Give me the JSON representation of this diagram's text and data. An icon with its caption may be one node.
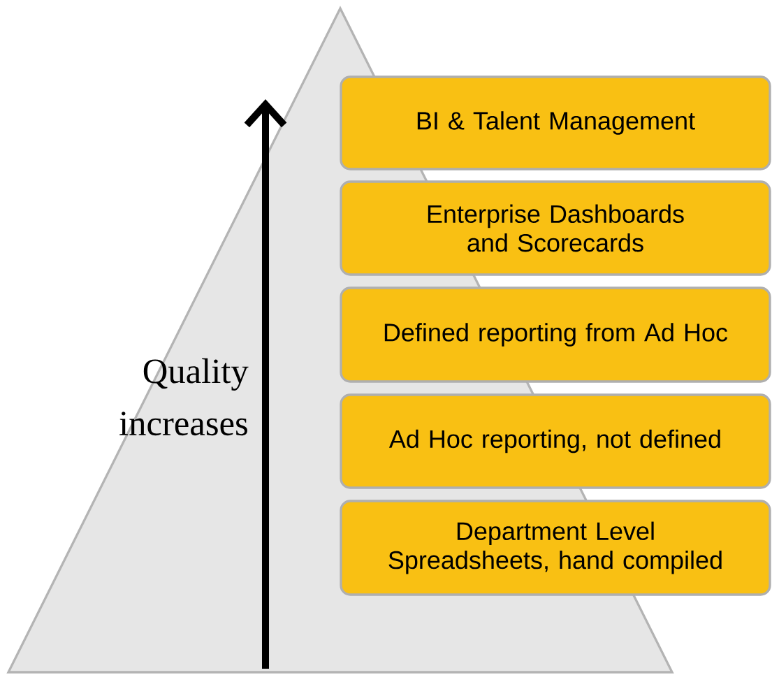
{
  "diagram": {
    "nodes": [
      {
        "text": [
          "BI & Talent Management"
        ]
      },
      {
        "text": [
          "Enterprise Dashboards and Scorecards"
        ]
      },
      {
        "text": [
          "Defined reporting from Ad Hoc"
        ]
      },
      {
        "text": [
          "Ad Hoc reporting, not defined"
        ]
      },
      {
        "text": [
          "Department Level Spreadsheets, hand compiled"
        ]
      }
    ],
    "edges": [],
    "labels": [
      "Quality increases"
    ]
  }
}
